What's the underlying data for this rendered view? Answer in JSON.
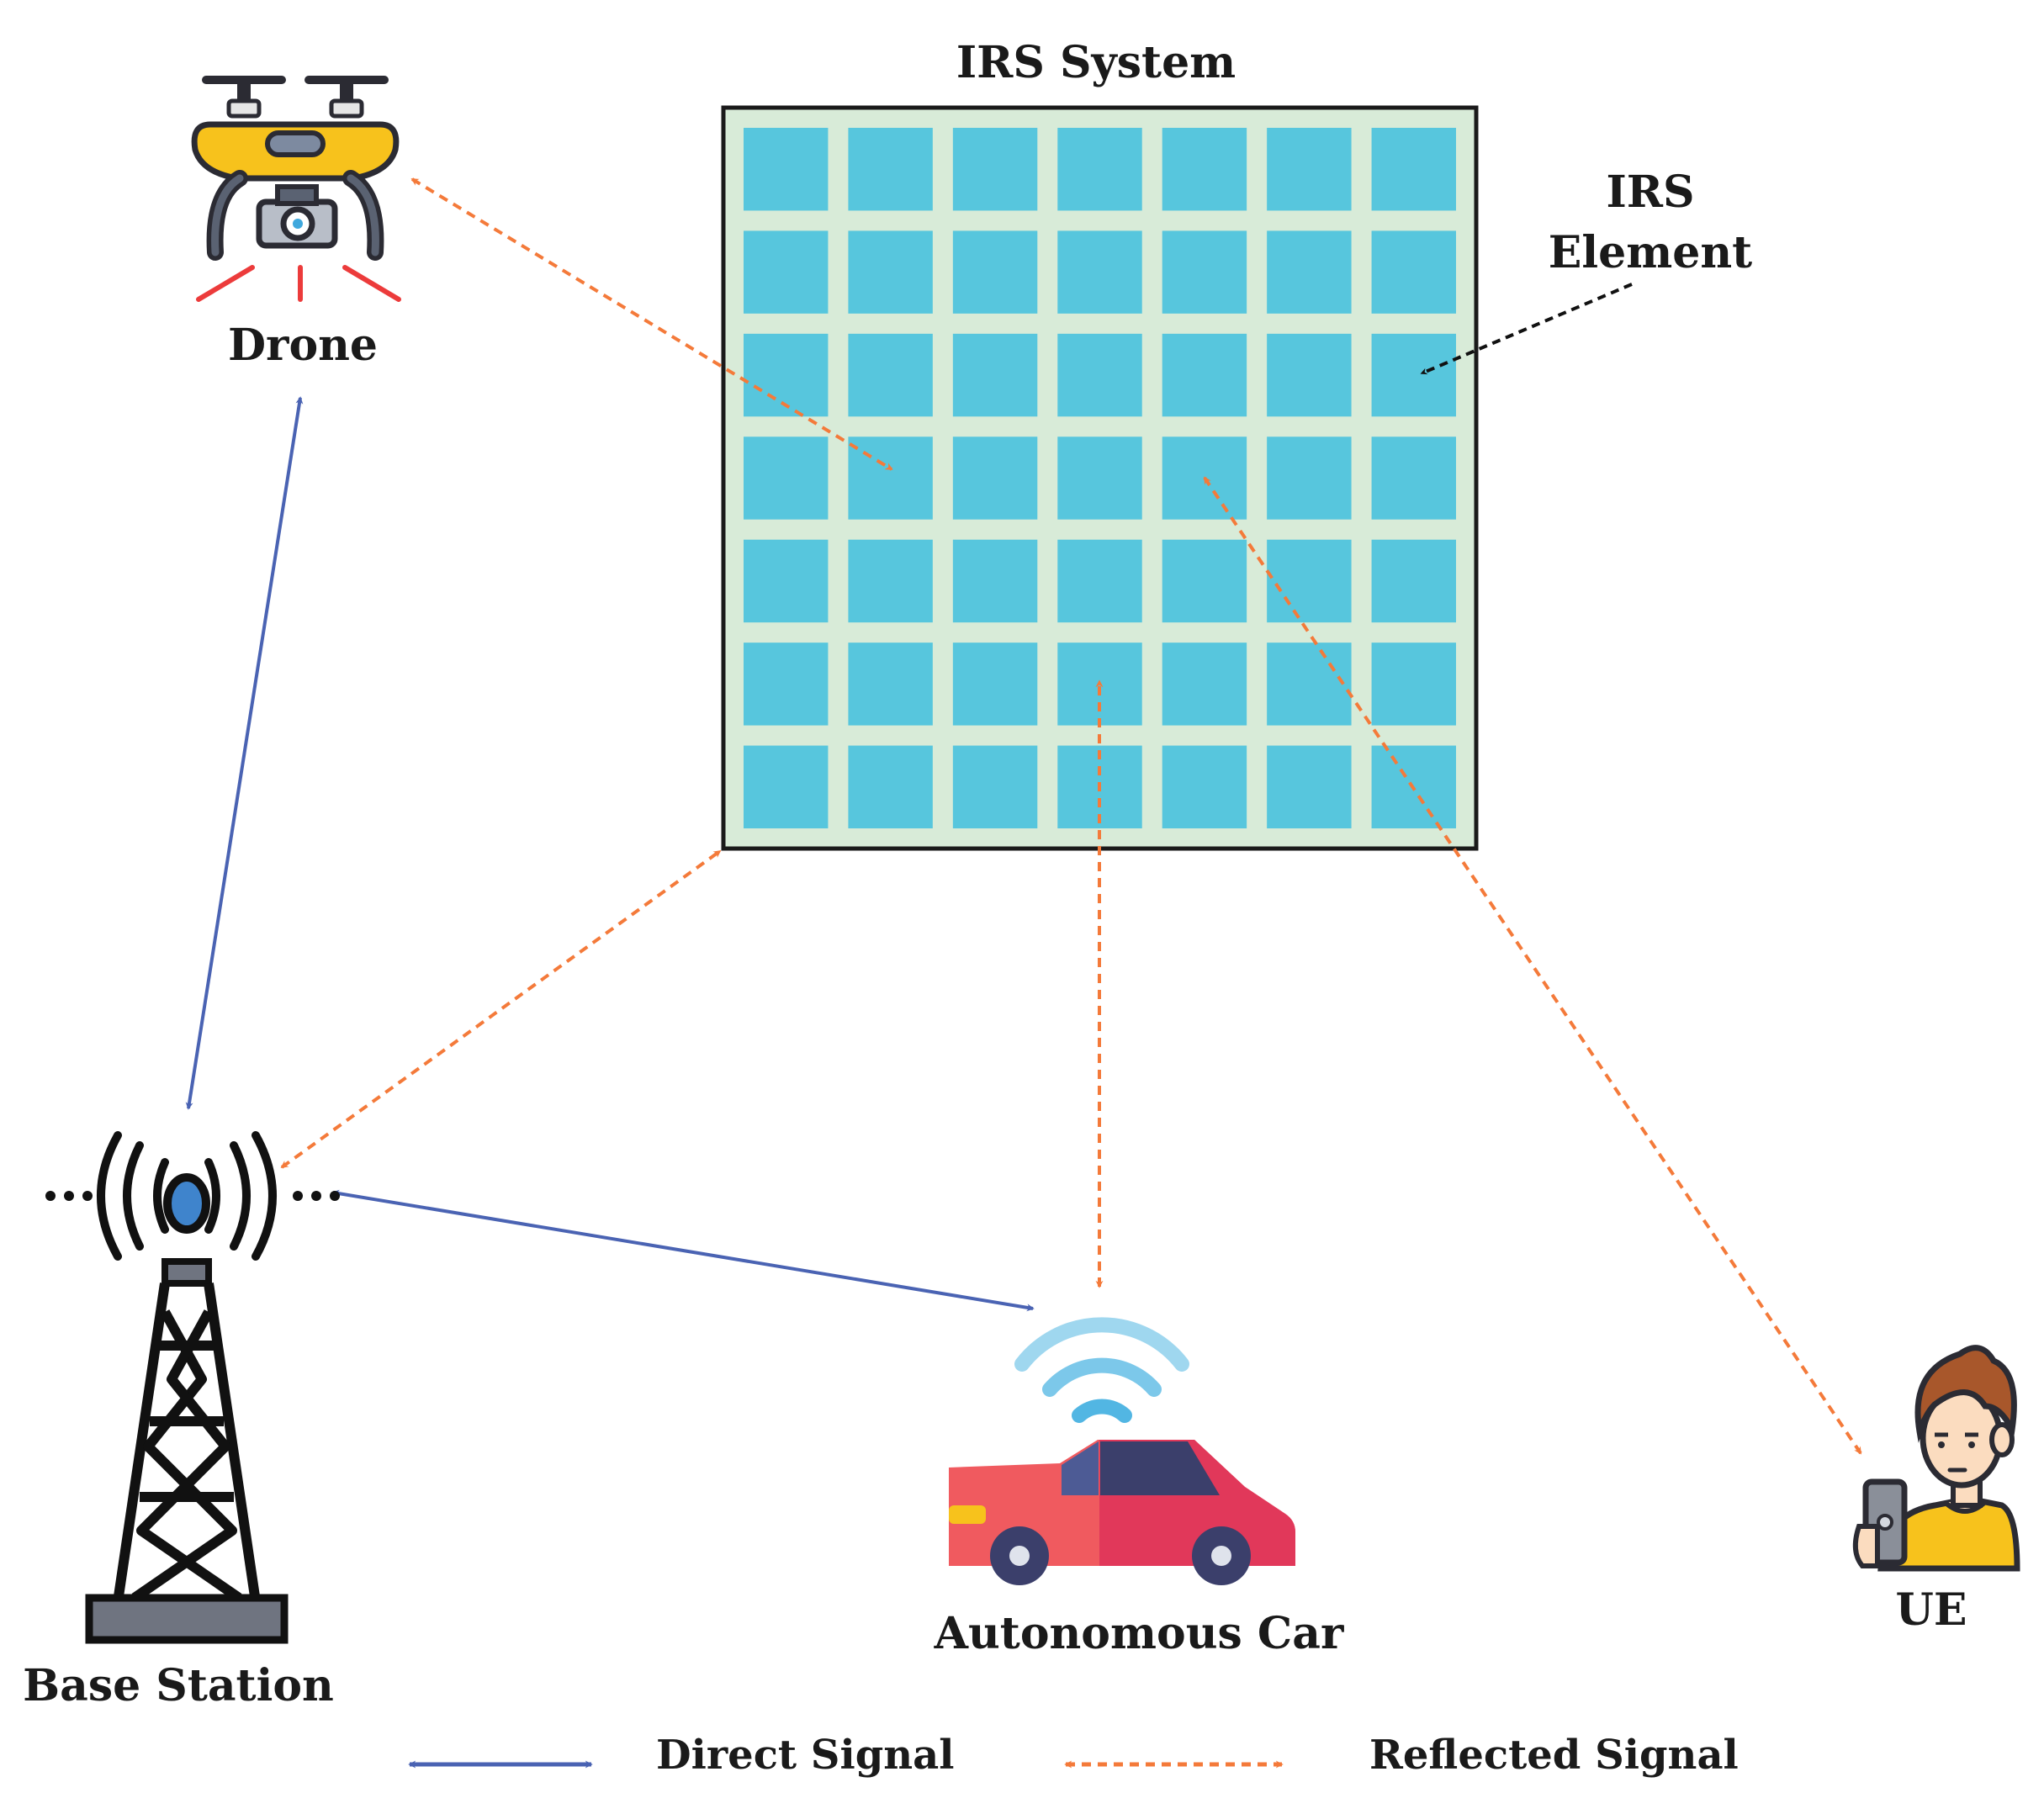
{
  "irs": {
    "title": "IRS System",
    "element_label_line1": "IRS",
    "element_label_line2": "Element",
    "rows": 7,
    "cols": 7
  },
  "nodes": {
    "drone": "Drone",
    "base_station": "Base Station",
    "car": "Autonomous Car",
    "ue": "UE"
  },
  "legend": {
    "direct": "Direct Signal",
    "reflected": "Reflected Signal"
  },
  "colors": {
    "direct": "#4a63b3",
    "reflected": "#f47a3a",
    "irs_cell": "#57c6dd",
    "irs_grid": "#d8ebd8",
    "irs_border": "#1a1a1a"
  }
}
